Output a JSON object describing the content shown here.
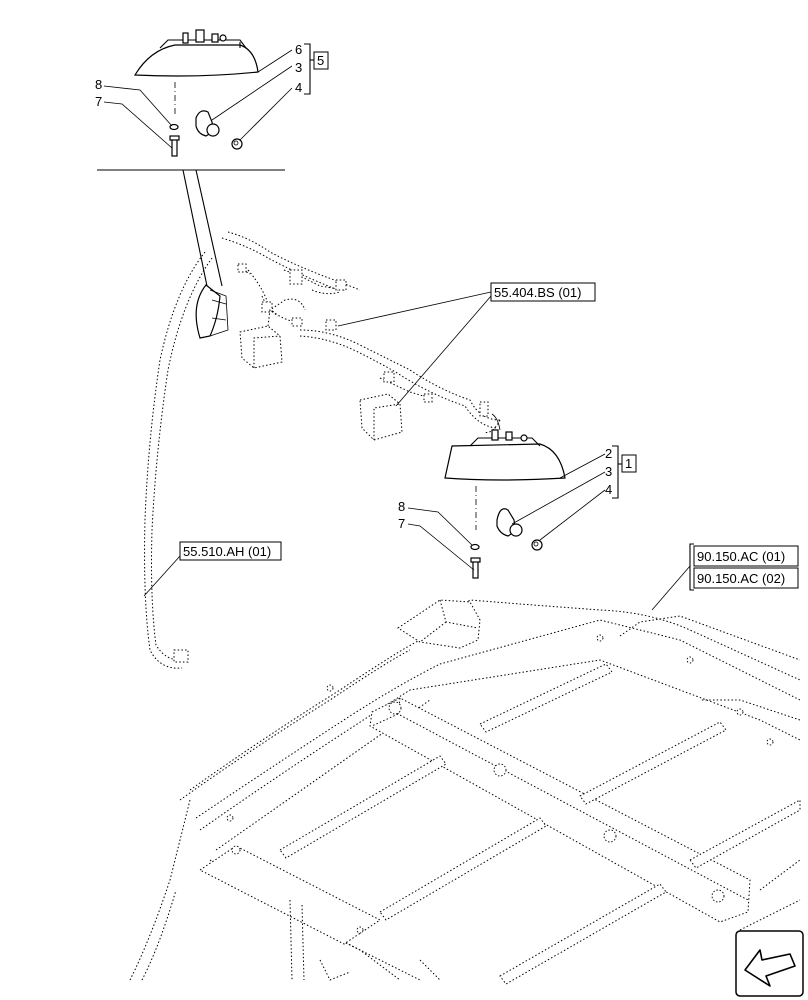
{
  "callouts": {
    "top": {
      "n6": "6",
      "n3": "3",
      "n4": "4",
      "n8": "8",
      "n7": "7",
      "group": "5"
    },
    "mid": {
      "n2": "2",
      "n3": "3",
      "n4": "4",
      "n8": "8",
      "n7": "7",
      "group": "1"
    }
  },
  "references": {
    "bs": "55.404.BS (01)",
    "ah": "55.510.AH (01)",
    "ac1": "90.150.AC (01)",
    "ac2": "90.150.AC (02)"
  },
  "icons": {
    "nav": "arrow-back-icon"
  }
}
